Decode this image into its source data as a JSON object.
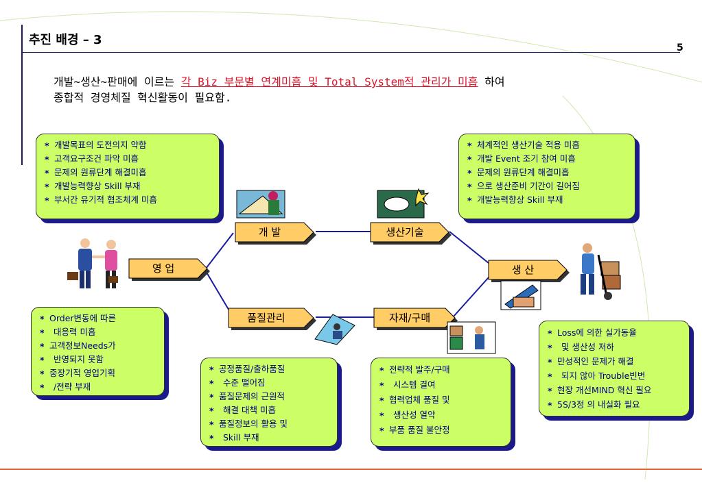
{
  "slide": {
    "title": "추진 배경 – 3",
    "page_number": "5",
    "intro_line1_before": "개발~생산~판매에 이르는 ",
    "intro_highlight": "각 Biz 부문별 연계미흡 및 Total System적 관리가 미흡",
    "intro_line1_after": " 하여",
    "intro_line2": "종합적 경영체질 혁신활동이 필요함."
  },
  "stages": {
    "dev": "개 발",
    "prodtech": "생산기술",
    "sales": "영 업",
    "production": "생 산",
    "quality": "품질관리",
    "purchasing": "자재/구매"
  },
  "boxes": {
    "dev_issues": [
      "개발목표의 도전의지 약함",
      "고객요구조건 파악 미흡",
      "문제의 원류단계 해결미흡",
      "개발능력향상 Skill 부재",
      "부서간 유기적 협조체계 미흡"
    ],
    "prodtech_issues": [
      "체계적인 생산기술 적용 미흡",
      "개발 Event 조기 참여 미흡",
      "문제의 원류단계 해결미흡",
      "으로 생산준비 기간이 길어짐",
      "개발능력향상 Skill 부재"
    ],
    "sales_issues": [
      "Order변동에 따른",
      "대응력 미흡",
      "고객정보Needs가",
      "반영되지 못함",
      "중장기적 영업기획",
      "/전략 부재"
    ],
    "quality_issues": [
      "공정품질/출하품질",
      "수준 떨어짐",
      "품질문제의 근원적",
      "해결 대책 미흡",
      "품질정보의 활용 및",
      "Skill 부재"
    ],
    "purchasing_issues": [
      "전략적 발주/구매",
      "시스템 결여",
      "협력업체 품질 및",
      "생산성 열악",
      "부품 품질 불안정"
    ],
    "production_issues": [
      "Loss에 의한 실가동율",
      "및 생산성 저하",
      "만성적인 문제가 해결",
      "되지 않아 Trouble빈번",
      "현장 개선MIND 혁신 필요",
      "5S/3정 의 내실화 필요"
    ]
  },
  "colors": {
    "box_fill": "#ccff66",
    "box_shadow": "#1a1a8a",
    "box_text": "#000080",
    "arrow_fill": "#ffcc66",
    "accent_red": "#e0142a",
    "bottom_rule": "#e8602c"
  }
}
